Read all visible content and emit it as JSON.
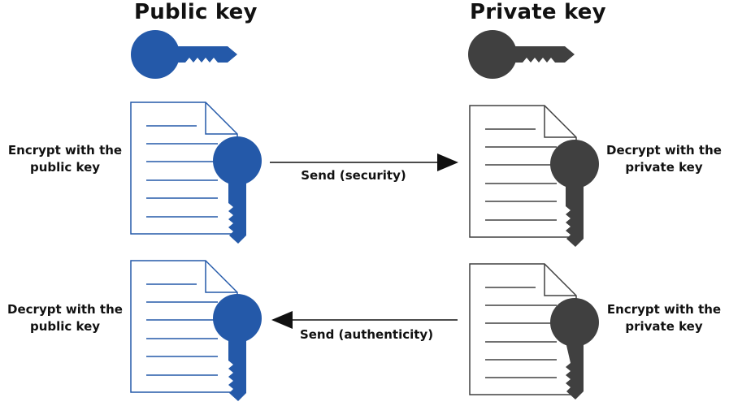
{
  "headings": {
    "public": "Public key",
    "private": "Private key"
  },
  "captions": {
    "encrypt_public": "Encrypt with the public key",
    "decrypt_private": "Decrypt with the private key",
    "decrypt_public": "Decrypt with the public key",
    "encrypt_private": "Encrypt with the private key"
  },
  "flows": {
    "security": "Send (security)",
    "authenticity": "Send (authenticity)"
  },
  "icons": {
    "public_key": "key-icon",
    "private_key": "key-icon",
    "document": "document-icon"
  },
  "colors": {
    "public": "#2459a9",
    "private": "#404040",
    "text": "#111111"
  }
}
